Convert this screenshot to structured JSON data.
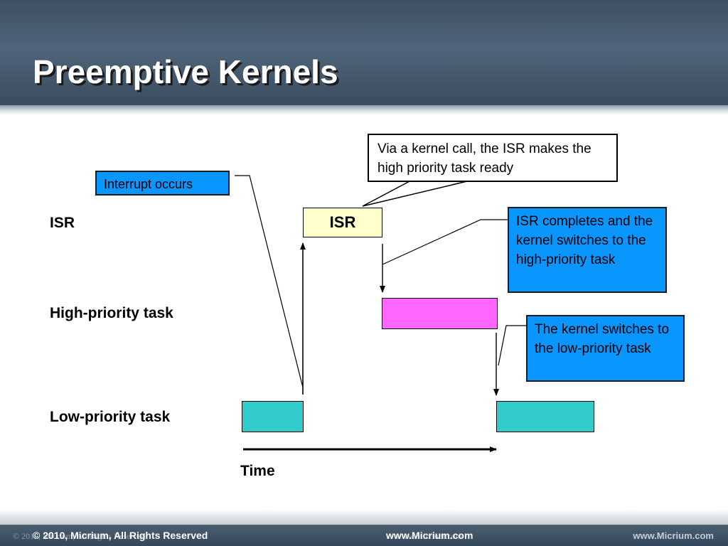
{
  "slide": {
    "title": "Preemptive Kernels"
  },
  "diagram": {
    "rows": {
      "isr": "ISR",
      "high": "High-priority task",
      "low": "Low-priority task"
    },
    "isr_block_label": "ISR",
    "time_label": "Time",
    "callouts": {
      "interrupt": "Interrupt occurs",
      "kernel_call": "Via a kernel call, the ISR makes the high priority task ready",
      "isr_completes": "ISR completes and the kernel switches to the high-priority task",
      "switch_low": "The kernel switches to the low-priority task"
    },
    "colors": {
      "task_low": "#33cccc",
      "task_high": "#ff66ff",
      "isr": "#ffffcc",
      "callout_blue": "#0a96ff"
    }
  },
  "footer": {
    "copyright": "© 2010, Micrium, All Rights Reserved",
    "url_center": "www.Micrium.com",
    "url_right": "www.Micrium.com",
    "ghost_copyright": "© 2010, Micrium, All Rights Reserved",
    "ghost_url": "www.Micrium.com"
  }
}
